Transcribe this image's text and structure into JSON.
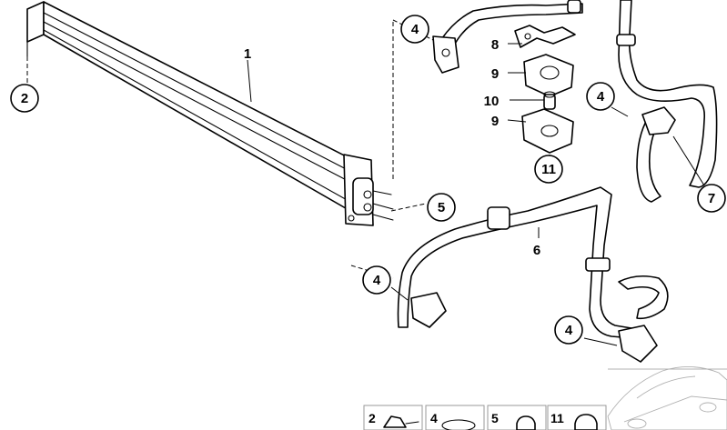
{
  "callouts": {
    "c1": "1",
    "c2": "2",
    "c4a": "4",
    "c4b": "4",
    "c4c": "4",
    "c4d": "4",
    "c5": "5",
    "c6": "6",
    "c7": "7",
    "c8": "8",
    "c9a": "9",
    "c9b": "9",
    "c10": "10",
    "c11": "11"
  },
  "legend": {
    "l2": "2",
    "l4": "4",
    "l5": "5",
    "l11": "11"
  }
}
